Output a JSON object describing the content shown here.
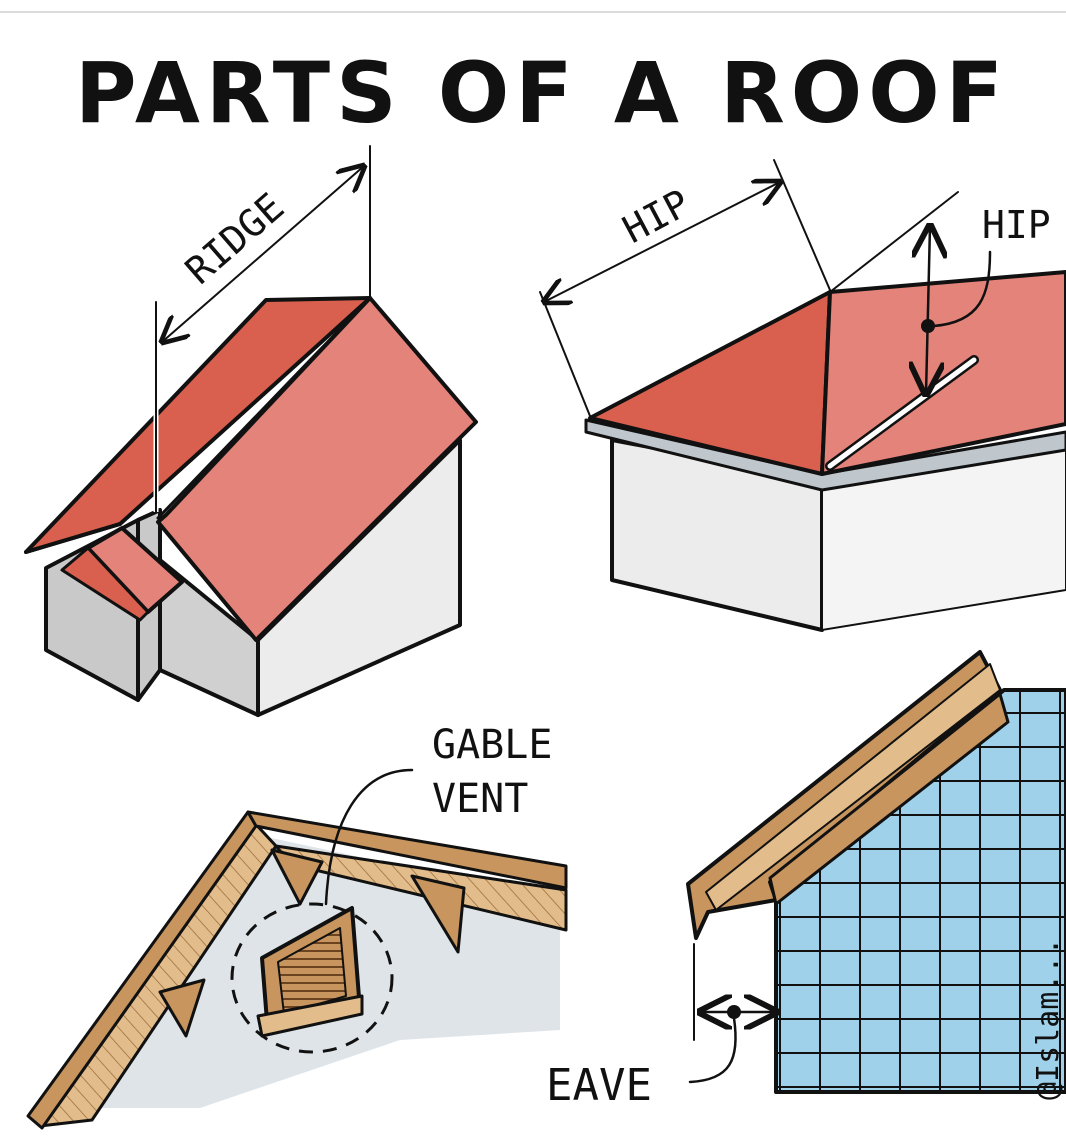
{
  "title": "PARTS OF A ROOF",
  "labels": {
    "ridge": "RIDGE",
    "hip_top": "HIP",
    "hip_right": "HIP",
    "gable_vent_line1": "GABLE",
    "gable_vent_line2": "VENT",
    "eave": "EAVE"
  },
  "credit": "@Islam...",
  "colors": {
    "roof_dark": "#d9604f",
    "roof_light": "#e3837a",
    "wall_grey": "#c9c9c9",
    "wall_light": "#ececec",
    "wood": "#c8955e",
    "wood_light": "#e2bd8b",
    "shingle_blue": "#9fd2ea",
    "soffit": "#dfe4e8"
  },
  "icons": [
    "dimension-arrow",
    "leader-dot"
  ]
}
